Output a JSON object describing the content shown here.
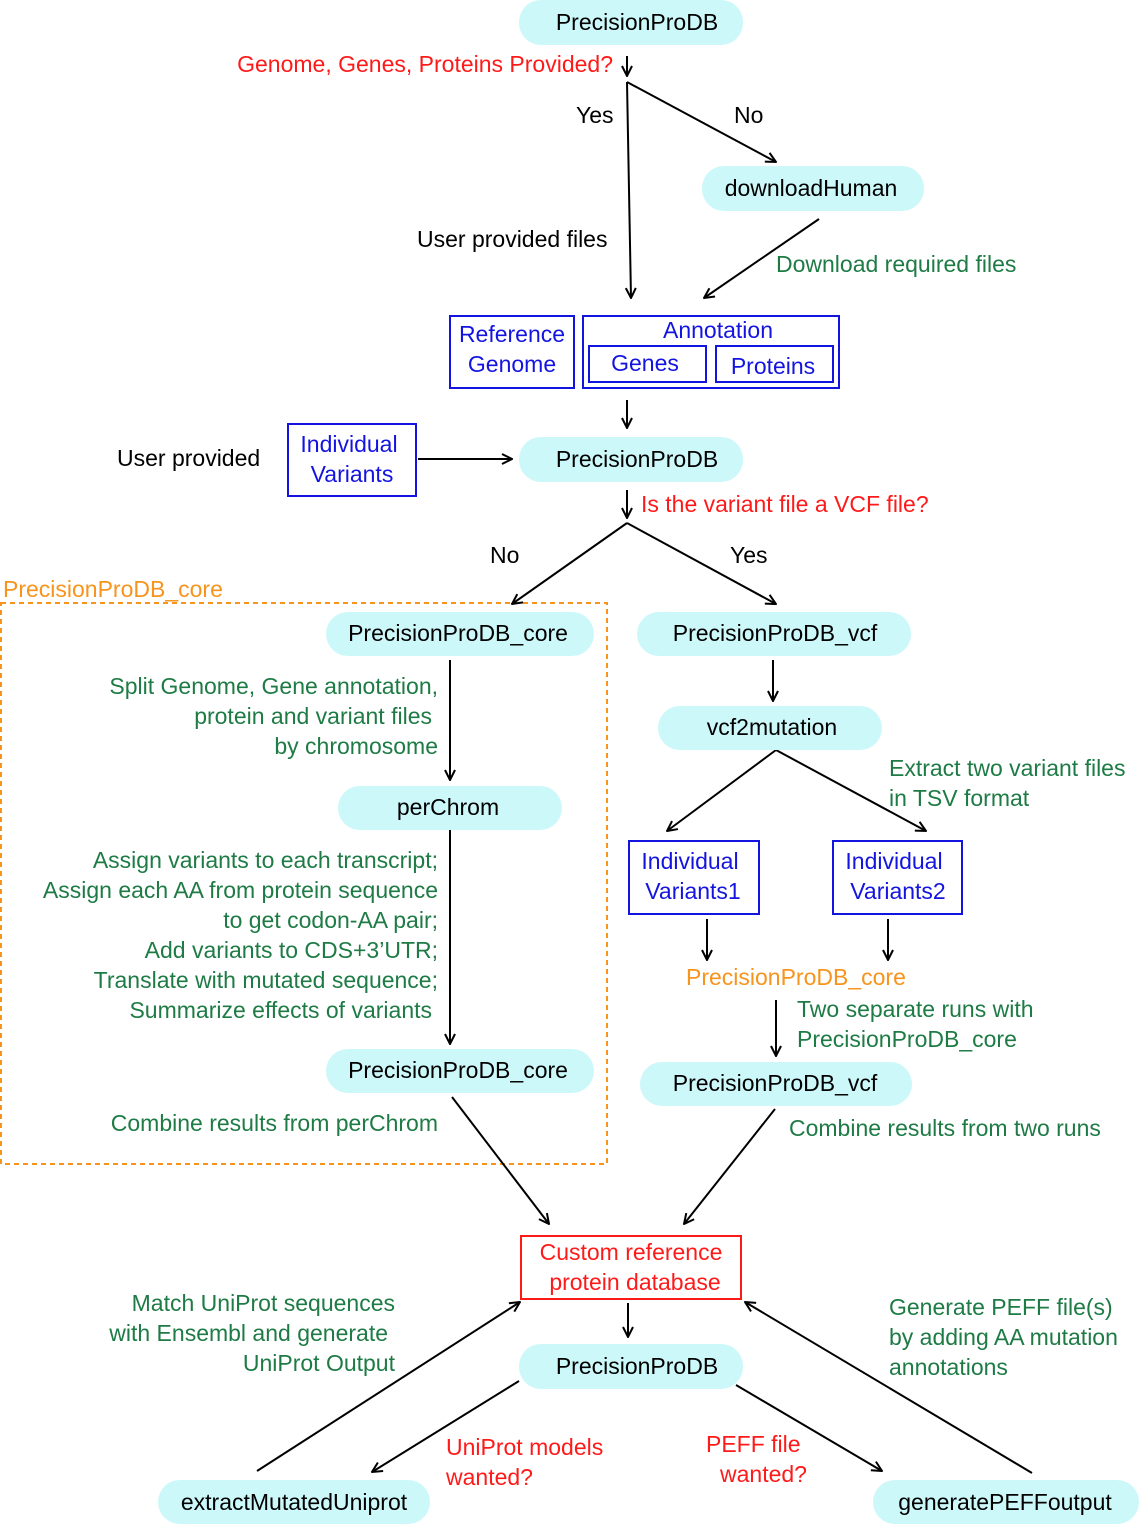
{
  "nodes": {
    "precisionprodb_top": "PrecisionProDB",
    "download_human": "downloadHuman",
    "precisionprodb_mid": "PrecisionProDB",
    "core_top": "PrecisionProDB_core",
    "vcf_top": "PrecisionProDB_vcf",
    "vcf2mutation": "vcf2mutation",
    "perchrom": "perChrom",
    "core_bottom": "PrecisionProDB_core",
    "vcf_bottom": "PrecisionProDB_vcf",
    "precisionprodb_bottom": "PrecisionProDB",
    "extract_uniprot": "extractMutatedUniprot",
    "generate_peff": "generatePEFFoutput"
  },
  "boxes": {
    "reference_genome": [
      "Reference",
      "Genome"
    ],
    "annotation": "Annotation",
    "genes": "Genes",
    "proteins": "Proteins",
    "individual_variants": [
      "Individual",
      "Variants"
    ],
    "individual_variants1": [
      "Individual",
      "Variants1"
    ],
    "individual_variants2": [
      "Individual",
      "Variants2"
    ],
    "custom_db": [
      "Custom reference",
      "protein database"
    ]
  },
  "questions": {
    "inputs_provided": "Genome, Genes, Proteins Provided?",
    "is_vcf": "Is the variant file a VCF file?",
    "uniprot_wanted": [
      "UniProt models",
      "wanted?"
    ],
    "peff_wanted": [
      "PEFF file",
      "wanted?"
    ]
  },
  "branches": {
    "yes_1": "Yes",
    "no_1": "No",
    "no_2": "No",
    "yes_2": "Yes"
  },
  "labels": {
    "user_provided_files": "User provided files",
    "download_required": "Download required files",
    "user_provided": "User provided",
    "core_region_title": "PrecisionProDB_core",
    "split_genome": [
      "Split Genome, Gene annotation,",
      "protein and variant files",
      "by chromosome"
    ],
    "assign_steps": [
      "Assign variants to each transcript;",
      "Assign each AA from protein sequence",
      "to get codon-AA pair;",
      "Add variants to CDS+3’UTR;",
      "Translate with mutated sequence;",
      "Summarize effects of variants"
    ],
    "combine_perchrom": "Combine results from perChrom",
    "extract_tsv": [
      "Extract two variant files",
      "in TSV format"
    ],
    "core_runs": "PrecisionProDB_core",
    "two_runs": [
      "Two separate runs with",
      "PrecisionProDB_core"
    ],
    "combine_two_runs": "Combine results from two runs",
    "match_uniprot": [
      "Match UniProt sequences",
      "with Ensembl and generate",
      "UniProt Output"
    ],
    "generate_peff_desc": [
      "Generate PEFF file(s)",
      "by adding AA mutation",
      "annotations"
    ]
  },
  "colors": {
    "pill_fill": "#cdf8fa",
    "box_blue": "#1414e0",
    "label_green": "#1e7b45",
    "question_red": "#ff1a1a",
    "core_orange": "#f7941d"
  }
}
